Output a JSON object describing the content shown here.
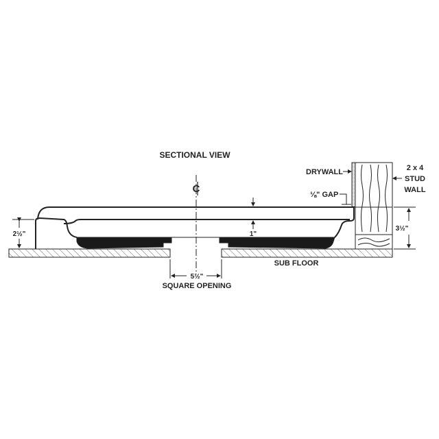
{
  "title": "SECTIONAL VIEW",
  "centerline_symbol": "CL",
  "labels": {
    "drywall": "DRYWALL",
    "stud_wall": [
      "2 x 4",
      "STUD",
      "WALL"
    ],
    "gap": "⅛\" GAP",
    "sub_floor": "SUB FLOOR",
    "square_opening": "SQUARE OPENING"
  },
  "dimensions": {
    "base_height": "2½\"",
    "rim_depth": "1\"",
    "opening_width": "5½\"",
    "flange_height": "3½\""
  },
  "colors": {
    "ink": "#222222",
    "background": "#ffffff"
  }
}
